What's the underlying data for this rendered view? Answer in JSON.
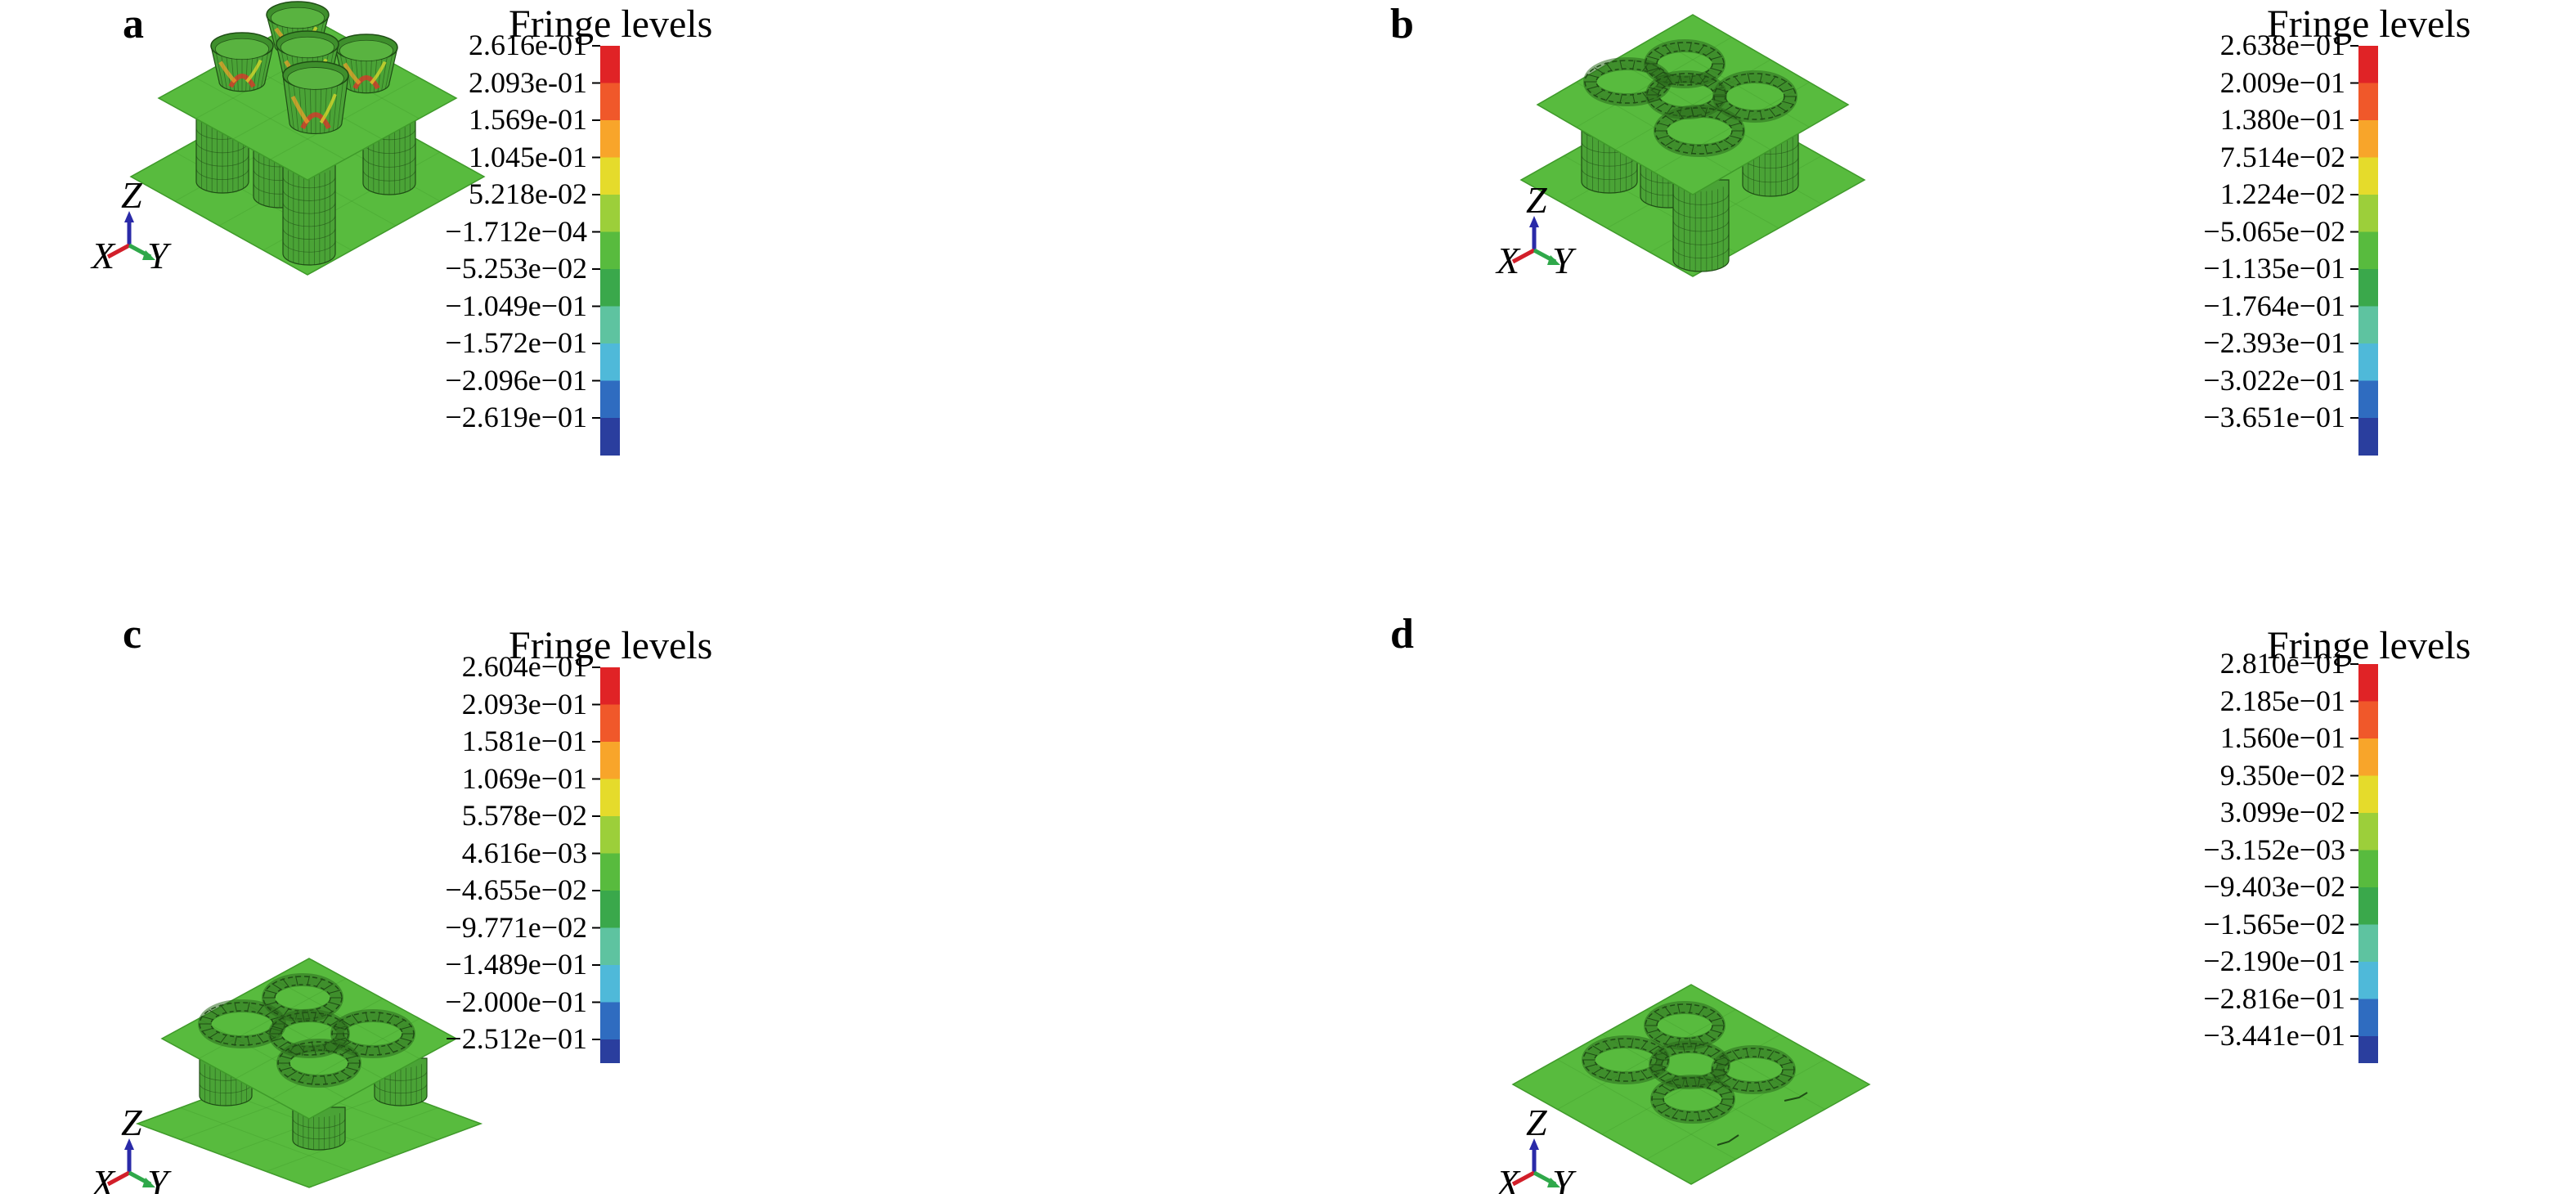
{
  "panels": [
    {
      "letter": "a",
      "legend": {
        "title": "Fringe levels",
        "values": [
          "2.616e-01",
          "2.093e-01",
          "1.569e-01",
          "1.045e-01",
          "5.218e-02",
          "−1.712e−04",
          "−5.253e−02",
          "−1.049e−01",
          "−1.572e−01",
          "−2.096e−01",
          "−2.619e−01"
        ]
      },
      "axes": {
        "z": "Z",
        "x": "X",
        "y": "Y"
      }
    },
    {
      "letter": "b",
      "legend": {
        "title": "Fringe levels",
        "values": [
          "2.638e−01",
          "2.009e−01",
          "1.380e−01",
          "7.514e−02",
          "1.224e−02",
          "−5.065e−02",
          "−1.135e−01",
          "−1.764e−01",
          "−2.393e−01",
          "−3.022e−01",
          "−3.651e−01"
        ]
      },
      "axes": {
        "z": "Z",
        "x": "X",
        "y": "Y"
      }
    },
    {
      "letter": "c",
      "legend": {
        "title": "Fringe levels",
        "values": [
          "2.604e−01",
          "2.093e−01",
          "1.581e−01",
          "1.069e−01",
          "5.578e−02",
          "4.616e−03",
          "−4.655e−02",
          "−9.771e−02",
          "−1.489e−01",
          "−2.000e−01",
          "−2.512e−01"
        ]
      },
      "axes": {
        "z": "Z",
        "x": "X",
        "y": "Y"
      }
    },
    {
      "letter": "d",
      "legend": {
        "title": "Fringe levels",
        "values": [
          "2.810e−01",
          "2.185e−01",
          "1.560e−01",
          "9.350e−02",
          "3.099e−02",
          "−3.152e−03",
          "−9.403e−02",
          "−1.565e−02",
          "−2.190e−01",
          "−2.816e−01",
          "−3.441e−01"
        ]
      },
      "axes": {
        "z": "Z",
        "x": "X",
        "y": "Y"
      }
    }
  ],
  "colors": {
    "plate": "#58bb3e",
    "plate_edge": "#3f9a2a",
    "tube": "#4aa336",
    "mesh": "#1f4d15",
    "legend_bands": [
      "#e02326",
      "#f0582a",
      "#f8a52a",
      "#e5db2b",
      "#9ccf3a",
      "#58bb3e",
      "#3aa84b",
      "#5ec3a0",
      "#4fb9d9",
      "#2f6cc0",
      "#2a3e9e"
    ],
    "axis_z": "#2a2aa8",
    "axis_x": "#d21f2a",
    "axis_y": "#2fa84a"
  }
}
